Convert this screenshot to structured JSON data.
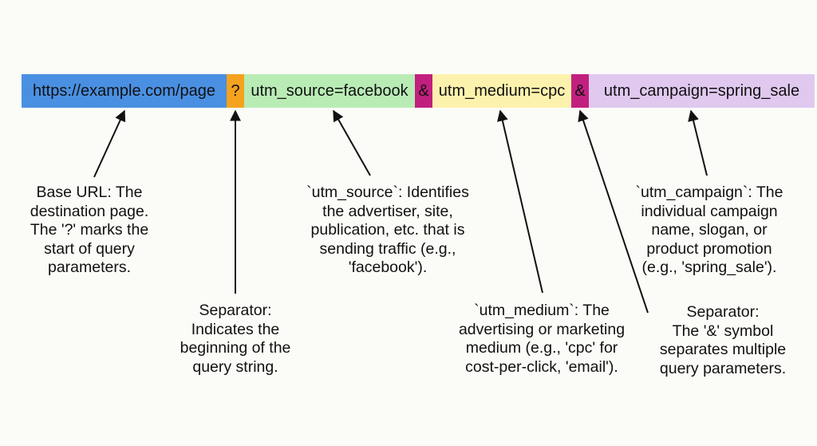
{
  "url_segments": {
    "base": "https://example.com/page",
    "question": "?",
    "source": "utm_source=facebook",
    "amp1": "&",
    "medium": "utm_medium=cpc",
    "amp2": "&",
    "campaign": "utm_campaign=spring_sale"
  },
  "colors": {
    "base": "#4a90e2",
    "question": "#f5a21f",
    "source": "#b9ecb5",
    "ampersand": "#c2207e",
    "medium": "#fdf2ad",
    "campaign": "#e0c8ef"
  },
  "notes": {
    "base": "Base URL: The\ndestination page.\nThe '?' marks the\nstart of query\nparameters.",
    "separator": "Separator:\nIndicates the\nbeginning of the\nquery string.",
    "source": "`utm_source`: Identifies\nthe advertiser, site,\npublication, etc. that is\nsending traffic (e.g.,\n'facebook').",
    "medium": "`utm_medium`: The\nadvertising or marketing\nmedium (e.g., 'cpc' for\ncost-per-click, 'email').",
    "campaign": "`utm_campaign`: The\nindividual campaign\nname, slogan, or\nproduct promotion\n(e.g., 'spring_sale').",
    "amp_separator": "Separator:\nThe '&' symbol\nseparates multiple\nquery parameters."
  }
}
